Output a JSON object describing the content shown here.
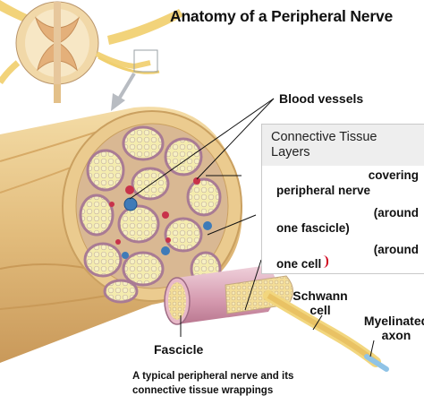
{
  "figure": {
    "title": "Anatomy of a Peripheral Nerve",
    "labels": {
      "blood_vessels": "Blood vessels",
      "fascicle": "Fascicle",
      "schwann_line1": "Schwann",
      "schwann_line2": "cell",
      "myelinated_line1": "Myelinated",
      "myelinated_line2": "axon"
    },
    "info_box": {
      "title": "Connective Tissue Layers",
      "lines": [
        "covering",
        "peripheral nerve",
        "(around",
        "one fascicle)",
        "(around",
        "one cell"
      ]
    },
    "caption_line1": "A typical peripheral nerve and its",
    "caption_line2": "connective tissue wrappings",
    "colors": {
      "epineurium": "#e8c88c",
      "fascicle_fill": "#f3e9a4",
      "perineurium": "#c39bb0",
      "blood_red": "#c8324a",
      "blood_blue": "#3f7bb8",
      "nerve_yellow": "#f2d67e",
      "myelin_pink": "#d9a3b6",
      "axon_blue": "#8fc3e6"
    },
    "icons": [
      "arrow-icon"
    ]
  }
}
